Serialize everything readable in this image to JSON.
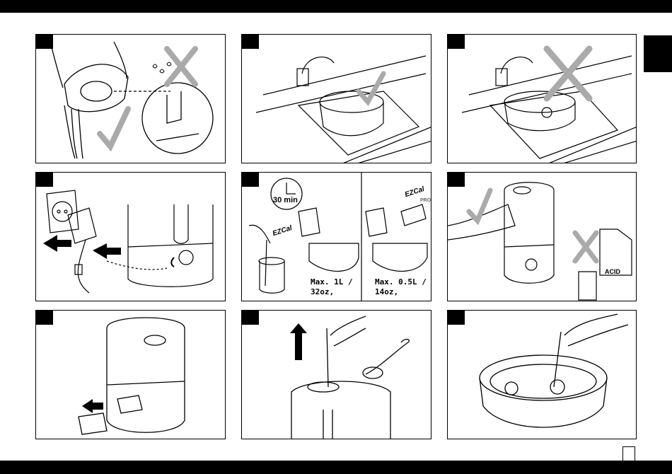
{
  "panels": {
    "p5": {
      "timer": "30 min",
      "brand_left": "EZCal",
      "brand_right": "EZCal",
      "brand_right_sub": "PRO",
      "caption_left": "Max. 1L /\n32oz,",
      "caption_right": "Max. 0.5L /\n14oz,"
    },
    "p6": {
      "label": "ACID"
    }
  },
  "icons": [
    "check-mark-icon",
    "cross-mark-icon",
    "arrow-up-icon",
    "arrow-left-icon",
    "arrow-right-icon",
    "timer-icon"
  ]
}
